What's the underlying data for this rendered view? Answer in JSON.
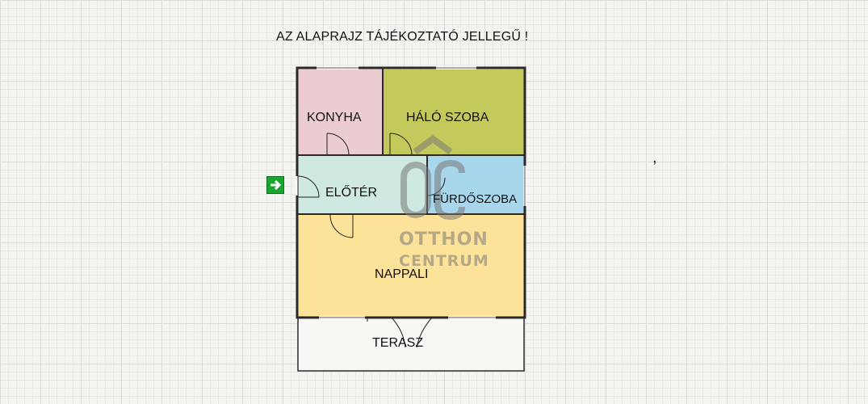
{
  "note": "AZ ALAPRAJZ TÁJÉKOZTATÓ JELLEGŰ !",
  "stray_mark": ",",
  "rooms": {
    "konyha": "KONYHA",
    "halo": "HÁLÓ SZOBA",
    "eloter": "ELŐTÉR",
    "furdo": "FÜRDŐSZOBA",
    "nappali": "NAPPALI",
    "terasz": "TERASZ"
  },
  "logo": {
    "line1": "OTTHON",
    "line2": "CENTRUM",
    "mark": "OC"
  },
  "colors": {
    "konyha": "#ebcdd1",
    "halo": "#c3c95a",
    "eloter": "#cde9e1",
    "furdo": "#a8d6ec",
    "nappali": "#fde29a",
    "terasz": "#f7f7f4",
    "entrance_arrow": "#1aa531"
  },
  "icons": {
    "entrance": "entrance-arrow-icon"
  }
}
